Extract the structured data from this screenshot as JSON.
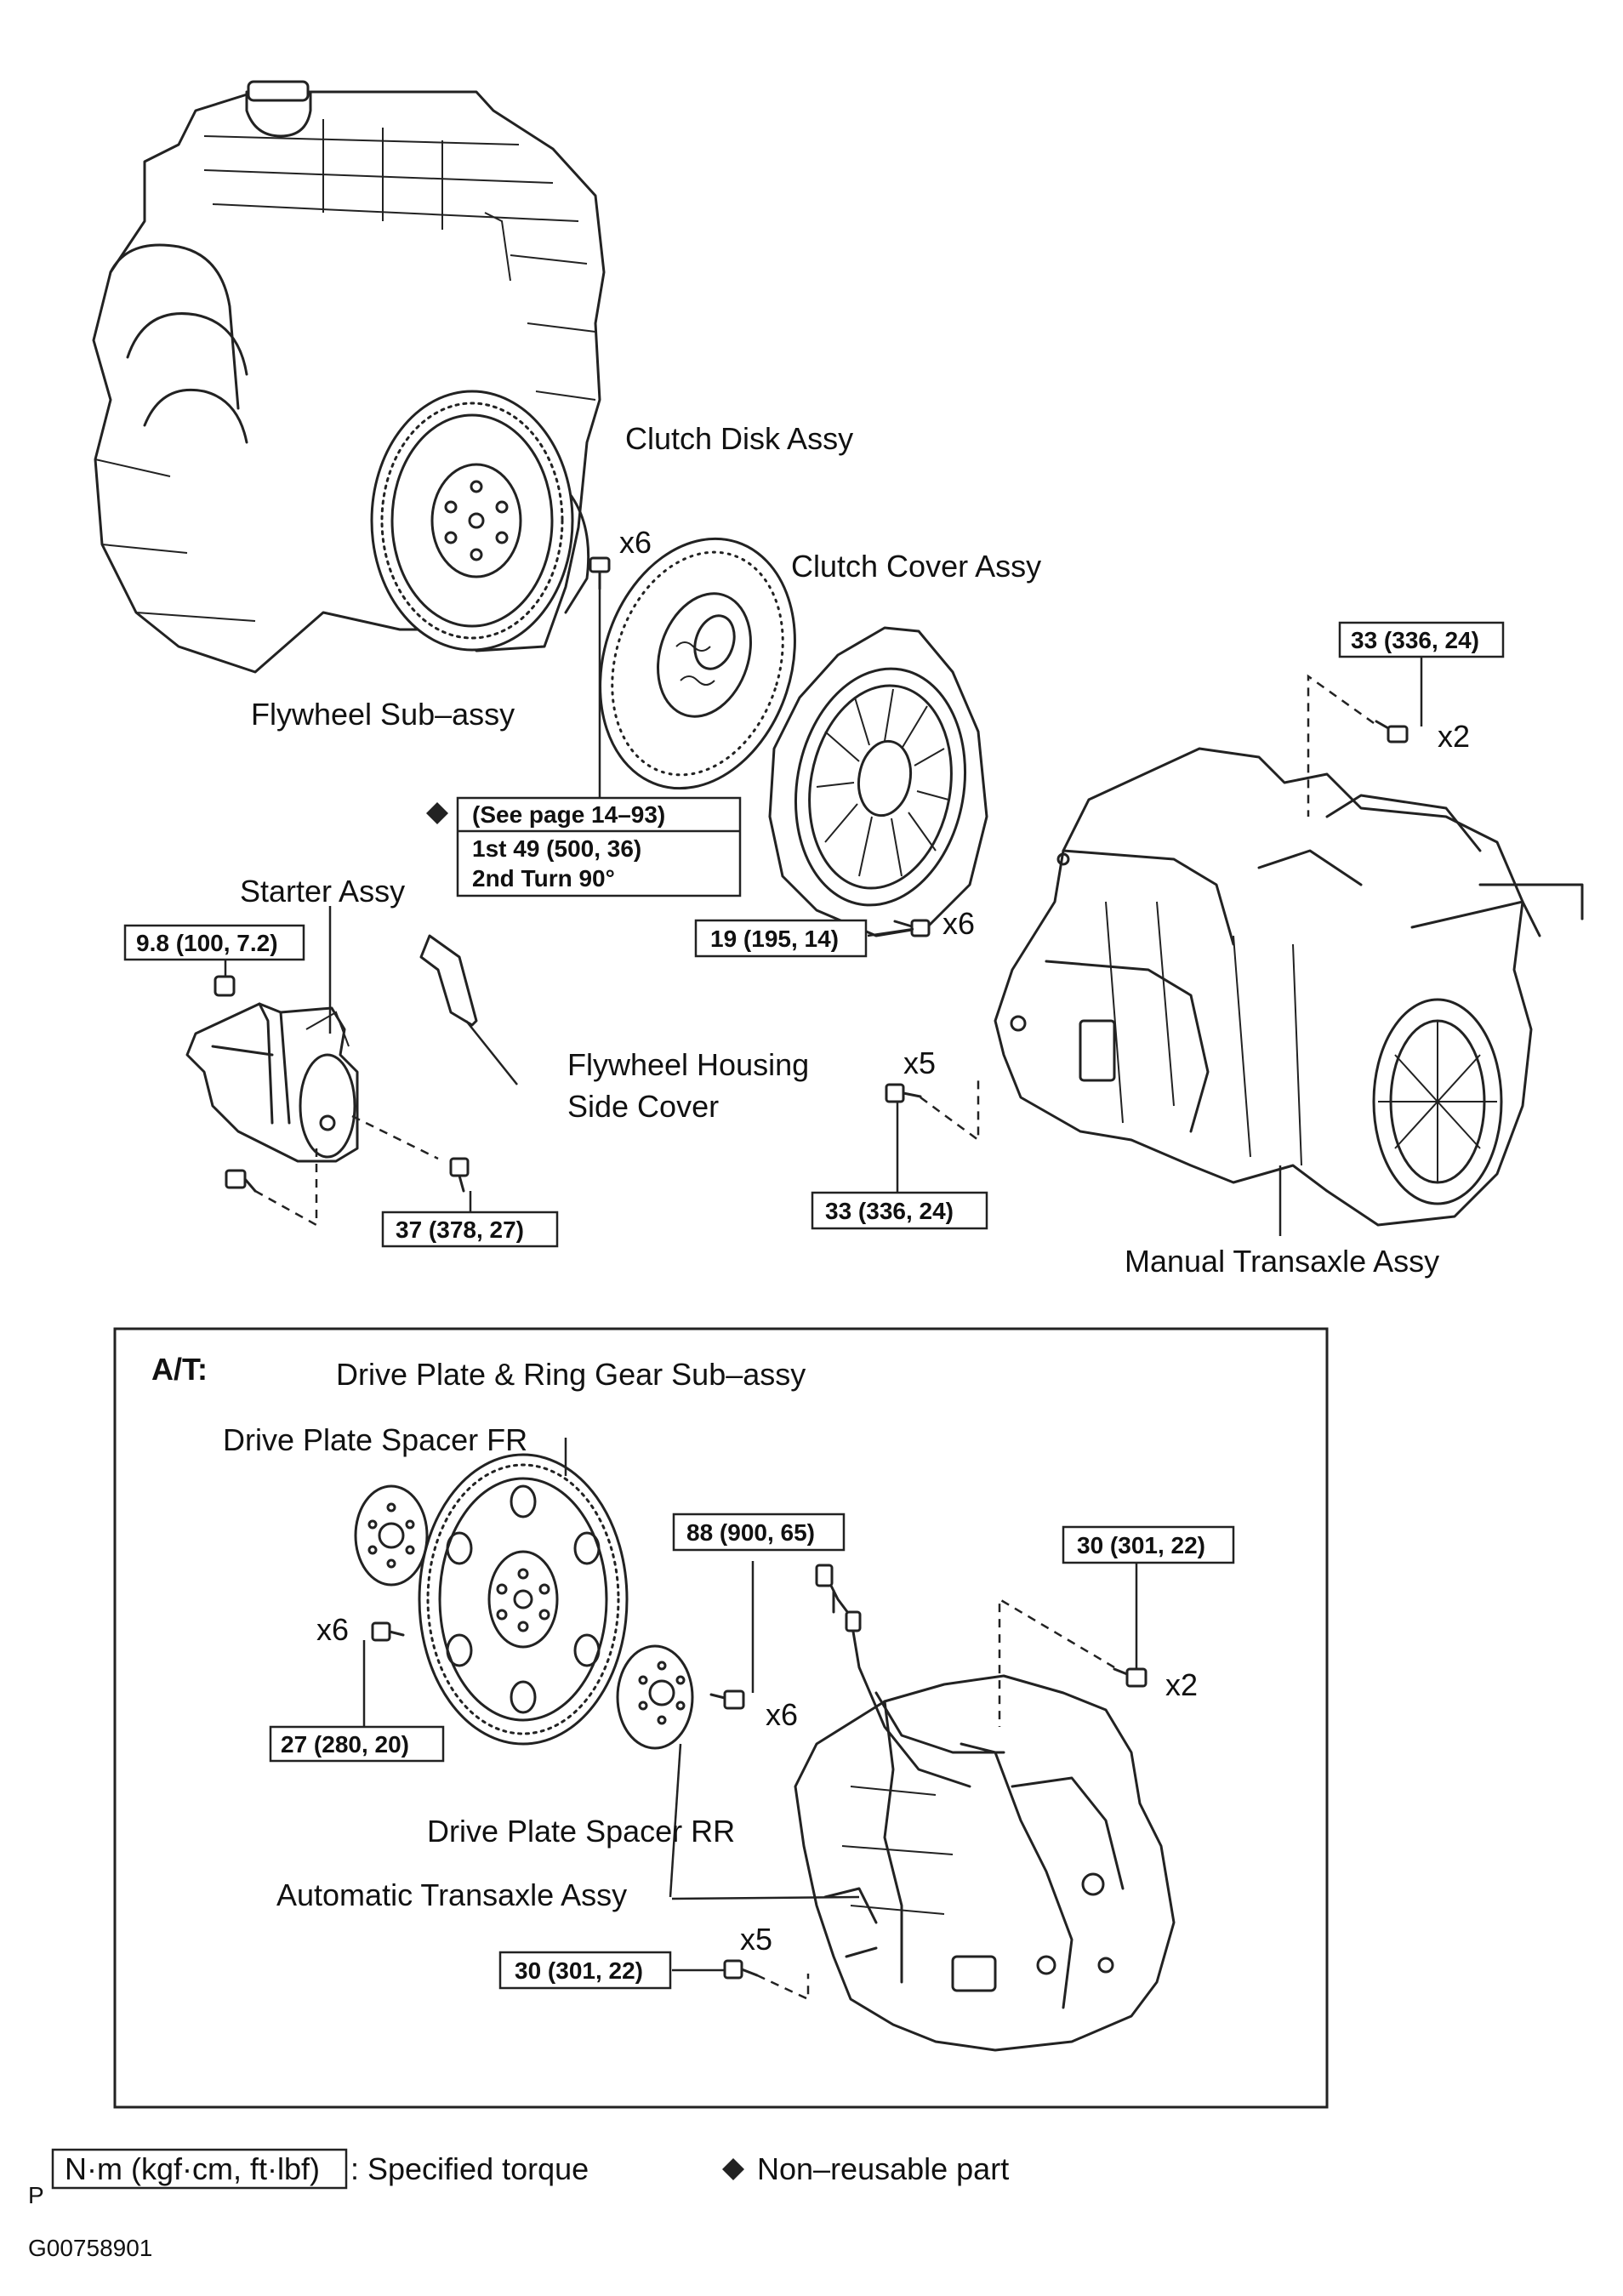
{
  "labels": {
    "clutch_disk": "Clutch Disk Assy",
    "clutch_cover": "Clutch Cover Assy",
    "flywheel": "Flywheel Sub–assy",
    "starter": "Starter Assy",
    "housing_cover_l1": "Flywheel Housing",
    "housing_cover_l2": "Side Cover",
    "manual_transaxle": "Manual Transaxle Assy",
    "at_section": "A/T:",
    "drive_plate": "Drive Plate & Ring Gear Sub–assy",
    "spacer_fr": "Drive Plate Spacer FR",
    "spacer_rr": "Drive Plate Spacer RR",
    "auto_transaxle": "Automatic Transaxle Assy"
  },
  "counts": {
    "flywheel_bolts": "x6",
    "mt_top_bolts": "x2",
    "cover_bolts": "x6",
    "mt_side_bolts": "x5",
    "spacer_bolts": "x6",
    "at_plate_bolts": "x6",
    "at_top_bolts": "x2",
    "at_side_bolts": "x5"
  },
  "torques": {
    "mt_top": "33 (336, 24)",
    "clutch_cover": "19 (195, 14)",
    "starter_nut": "9.8 (100, 7.2)",
    "starter_bolt": "37 (378, 27)",
    "mt_side": "33 (336, 24)",
    "at_plate": "88 (900, 65)",
    "at_top": "30 (301, 22)",
    "spacer_fr": "27 (280, 20)",
    "at_side": "30 (301, 22)"
  },
  "flywheel_spec": {
    "line1": "(See page 14–93)",
    "line2": "1st 49 (500, 36)",
    "line3": "2nd Turn 90°"
  },
  "legend": {
    "torque_units": "N·m (kgf·cm, ft·lbf)",
    "torque_text": ": Specified torque",
    "nonreusable_text": "Non–reusable part",
    "prefix": "P"
  },
  "figure_id": "G00758901"
}
